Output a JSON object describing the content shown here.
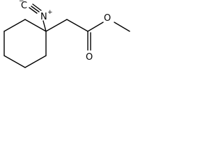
{
  "molecule": {
    "atoms": {
      "isocyanide_carbon": "C",
      "isocyanide_carbon_charge": "−",
      "isocyanide_nitrogen": "N",
      "isocyanide_nitrogen_charge": "+",
      "carbonyl_oxygen": "O",
      "ester_oxygen": "O"
    },
    "colors": {
      "bonds": "#000000",
      "labels": "#000000",
      "background": "#ffffff"
    }
  }
}
